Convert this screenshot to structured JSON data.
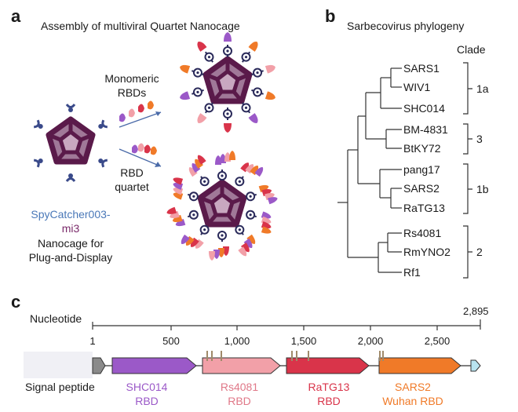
{
  "panel_a": {
    "letter": "a",
    "title": "Assembly of multiviral Quartet Nanocage",
    "monomeric_label_1": "Monomeric",
    "monomeric_label_2": "RBDs",
    "quartet_label_1": "RBD",
    "quartet_label_2": "quartet",
    "spycatcher_line1": "SpyCatcher003-",
    "spycatcher_line2": "mi3",
    "nanocage_line1": "Nanocage for",
    "nanocage_line2": "Plug-and-Display",
    "colors": {
      "cage": "#5a1a4a",
      "cage_face": "#a07898",
      "spycatcher_text": "#4a78b8",
      "mi3_text": "#7a2a6a",
      "rbd_purple": "#9b59c8",
      "rbd_pink": "#f2a0a8",
      "rbd_red": "#d9344a",
      "rbd_orange": "#f07a28"
    }
  },
  "panel_b": {
    "letter": "b",
    "title": "Sarbecovirus phylogeny",
    "clade_header": "Clade",
    "taxa": [
      "SARS1",
      "WIV1",
      "SHC014",
      "BM-4831",
      "BtKY72",
      "pang17",
      "SARS2",
      "RaTG13",
      "Rs4081",
      "RmYNO2",
      "Rf1"
    ],
    "clades": [
      "1a",
      "3",
      "1b",
      "2"
    ]
  },
  "panel_c": {
    "letter": "c",
    "nucleotide_label": "Nucleotide",
    "max_label": "2,895",
    "ticks": [
      "1",
      "500",
      "1,000",
      "1,500",
      "2,000",
      "2,500"
    ],
    "signal_label": "Signal peptide",
    "segments": [
      {
        "name": "SHC014",
        "sub": "RBD",
        "color": "#9b59c8",
        "text_color": "#9b59c8"
      },
      {
        "name": "Rs4081",
        "sub": "RBD",
        "color": "#f2a0a8",
        "text_color": "#e07888"
      },
      {
        "name": "RaTG13",
        "sub": "RBD",
        "color": "#d9344a",
        "text_color": "#d9344a"
      },
      {
        "name": "SARS2",
        "sub": "Wuhan RBD",
        "color": "#f07a28",
        "text_color": "#f07a28"
      }
    ]
  }
}
